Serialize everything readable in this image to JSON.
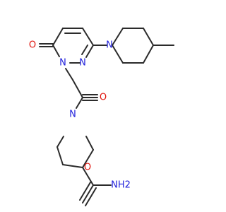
{
  "atoms": [
    {
      "label": "N",
      "color": "#1f1fdb"
    },
    {
      "label": "N",
      "color": "#1f1fdb"
    },
    {
      "label": "O",
      "color": "#e0140c"
    },
    {
      "label": "O",
      "color": "#e0140c"
    },
    {
      "label": "N",
      "color": "#1f1fdb"
    },
    {
      "label": "N",
      "color": "#1f1fdb"
    },
    {
      "label": "O",
      "color": "#e0140c"
    },
    {
      "label": "NH2",
      "color": "#1f1fdb"
    }
  ]
}
